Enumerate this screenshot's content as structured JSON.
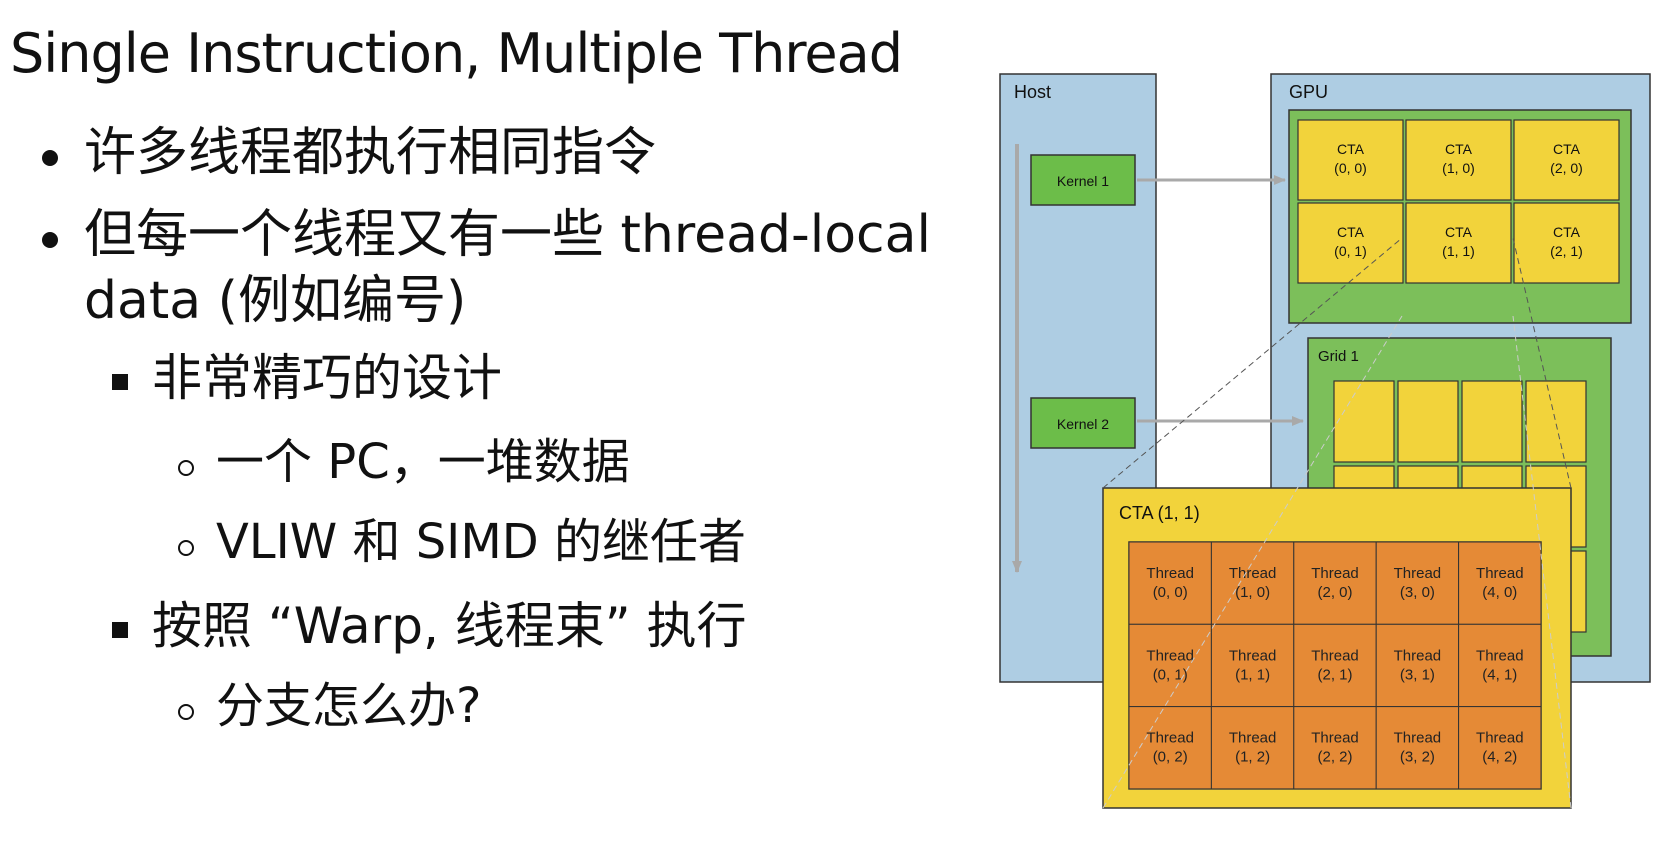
{
  "slide": {
    "title": "Single Instruction, Multiple Thread",
    "bullets": [
      {
        "text": "许多线程都执行相同指令"
      },
      {
        "text": "但每一个线程又有一些 thread-local",
        "cont": "data (例如编号)"
      },
      {
        "text": "非常精巧的设计"
      },
      {
        "text": "一个 PC，一堆数据"
      },
      {
        "text": "VLIW 和 SIMD 的继任者"
      },
      {
        "text": "按照 “Warp, 线程束” 执行"
      },
      {
        "text": "分支怎么办?"
      }
    ]
  },
  "diagram": {
    "host_label": "Host",
    "gpu_label": "GPU",
    "kernel1": "Kernel 1",
    "kernel2": "Kernel 2",
    "grid1": "Grid 1",
    "cta_word": "CTA",
    "cta_coords": [
      [
        "(0, 0)",
        "(1, 0)",
        "(2, 0)"
      ],
      [
        "(0, 1)",
        "(1, 1)",
        "(2, 1)"
      ]
    ],
    "cta_detail_title": "CTA (1, 1)",
    "thread_word": "Thread",
    "thread_coords": [
      [
        "(0, 0)",
        "(1, 0)",
        "(2, 0)",
        "(3, 0)",
        "(4, 0)"
      ],
      [
        "(0, 1)",
        "(1, 1)",
        "(2, 1)",
        "(3, 1)",
        "(4, 1)"
      ],
      [
        "(0, 2)",
        "(1, 2)",
        "(2, 2)",
        "(3, 2)",
        "(4, 2)"
      ]
    ],
    "colors": {
      "host": "#aecde3",
      "gpu": "#aecde3",
      "grid": "#7cbf5a",
      "cta": "#f2d33b",
      "thread": "#e58a36",
      "kernel": "#6cbd49",
      "arrow": "#a9a9a9",
      "border": "#333333"
    }
  }
}
